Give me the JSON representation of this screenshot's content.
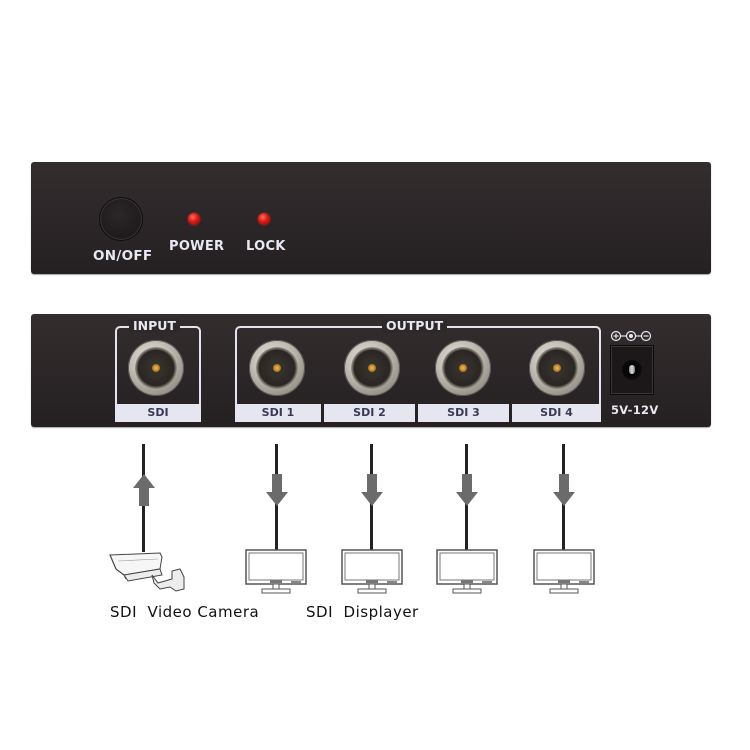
{
  "front_panel": {
    "power_button_label": "ON/OFF",
    "indicators": [
      {
        "label": "POWER",
        "color": "#d81a14"
      },
      {
        "label": "LOCK",
        "color": "#d81a14"
      }
    ]
  },
  "rear_panel": {
    "input_group": {
      "title": "INPUT",
      "ports": [
        {
          "label": "SDI"
        }
      ]
    },
    "output_group": {
      "title": "OUTPUT",
      "ports": [
        {
          "label": "SDI 1"
        },
        {
          "label": "SDI 2"
        },
        {
          "label": "SDI 3"
        },
        {
          "label": "SDI 4"
        }
      ]
    },
    "power_input": {
      "polarity_symbol": "⊕-◉-⊖",
      "voltage_label": "5V-12V"
    }
  },
  "diagram": {
    "source": {
      "icon": "video-camera-icon",
      "direction": "up"
    },
    "sinks": [
      {
        "icon": "monitor-icon",
        "direction": "down"
      },
      {
        "icon": "monitor-icon",
        "direction": "down"
      },
      {
        "icon": "monitor-icon",
        "direction": "down"
      },
      {
        "icon": "monitor-icon",
        "direction": "down"
      }
    ],
    "captions": {
      "camera": "SDI  Video Camera",
      "displays": "SDI  Displayer"
    },
    "colors": {
      "wire": "#222222",
      "arrow": "#6b6b6b",
      "device_body": "#1e1a1b",
      "label_strip": "#e6e6f0"
    }
  }
}
